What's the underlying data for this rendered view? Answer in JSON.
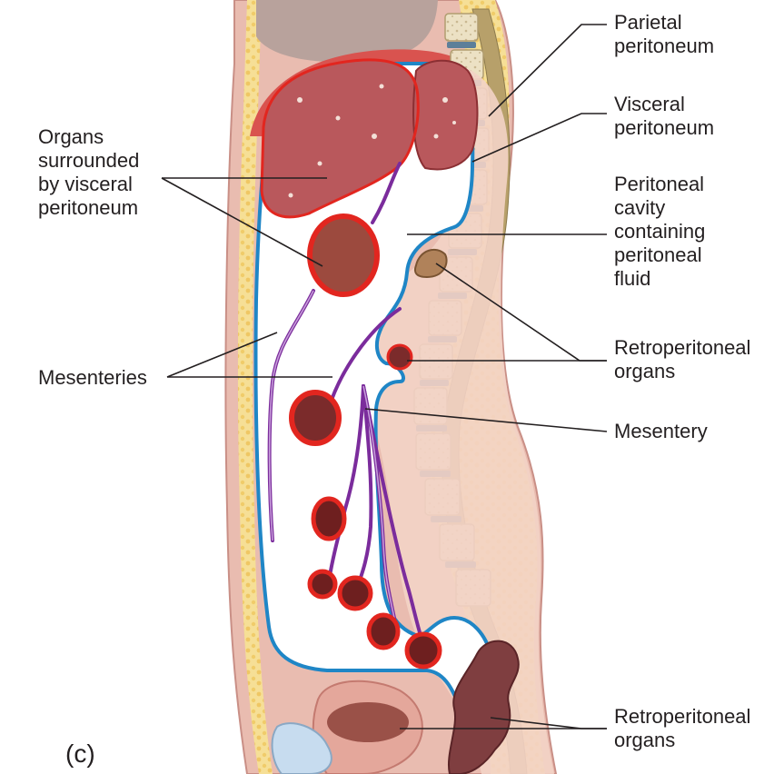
{
  "labels": {
    "parietal": [
      "Parietal",
      "peritoneum"
    ],
    "visceral": [
      "Visceral",
      "peritoneum"
    ],
    "organs_surrounded": [
      "Organs",
      "surrounded",
      "by visceral",
      "peritoneum"
    ],
    "cavity": [
      "Peritoneal",
      "cavity",
      "containing",
      "peritoneal",
      "fluid"
    ],
    "retro_upper": [
      "Retroperitoneal",
      "organs"
    ],
    "mesenteries": "Mesenteries",
    "mesentery": "Mesentery",
    "retro_lower": [
      "Retroperitoneal",
      "organs"
    ]
  },
  "panel_label": "(c)",
  "colors": {
    "parietal_blue": "#1f86c6",
    "mesentery_purple": "#7b2c9c",
    "organ_red": "#e2261f",
    "liver": "#b9585c",
    "fat_yellow": "#f4d98a",
    "body_wall": "#e8b9ad",
    "spine_bone": "#e8dcbf",
    "disc_blue": "#5d7f99"
  }
}
